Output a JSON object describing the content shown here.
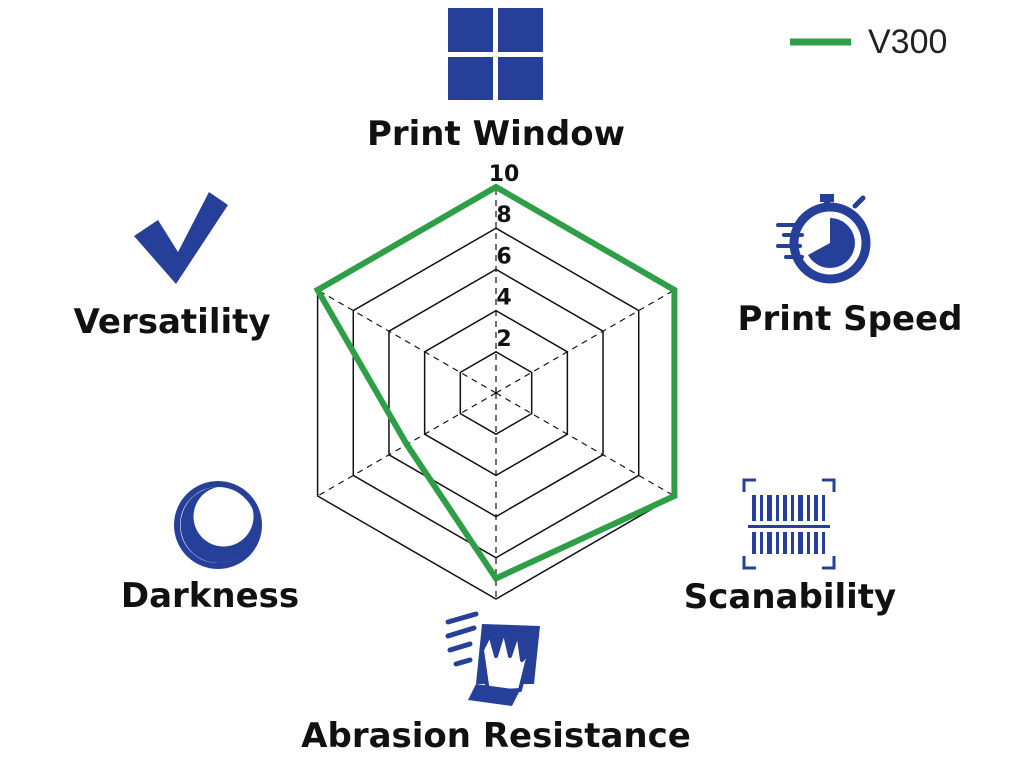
{
  "chart_data": {
    "type": "radar",
    "axes": [
      {
        "label": "Print Window",
        "icon": "window-grid-icon"
      },
      {
        "label": "Print Speed",
        "icon": "stopwatch-icon"
      },
      {
        "label": "Scanability",
        "icon": "barcode-scan-icon"
      },
      {
        "label": "Abrasion Resistance",
        "icon": "wiping-hand-icon"
      },
      {
        "label": "Darkness",
        "icon": "crescent-moon-icon"
      },
      {
        "label": "Versatility",
        "icon": "checkmark-icon"
      }
    ],
    "rmin": 0,
    "rmax": 10,
    "ticks": [
      2,
      4,
      6,
      8,
      10
    ],
    "series": [
      {
        "name": "V300",
        "color": "#2e9e47",
        "values": [
          10,
          10,
          10,
          9,
          5,
          10
        ]
      }
    ],
    "legend_position": "top-right",
    "grid": true
  },
  "colors": {
    "icon": "#26409a",
    "grid": "#111111",
    "text": "#111111"
  }
}
